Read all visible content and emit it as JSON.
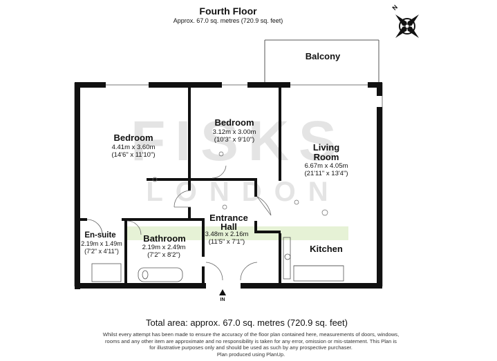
{
  "header": {
    "title": "Fourth Floor",
    "area": "Approx. 67.0 sq. metres (720.9 sq. feet)"
  },
  "watermark": {
    "line1": "FISKS",
    "line2": "LONDON"
  },
  "rooms": {
    "balcony": {
      "name": "Balcony"
    },
    "bedroom1": {
      "name": "Bedroom",
      "dim_m": "4.41m x 3.60m",
      "dim_ft": "(14'6\" x 11'10\")"
    },
    "bedroom2": {
      "name": "Bedroom",
      "dim_m": "3.12m x 3.00m",
      "dim_ft": "(10'3\" x 9'10\")"
    },
    "living": {
      "name_line1": "Living",
      "name_line2": "Room",
      "dim_m": "6.67m x 4.05m",
      "dim_ft": "(21'11\" x 13'4\")"
    },
    "hall": {
      "name_line1": "Entrance",
      "name_line2": "Hall",
      "dim_m": "3.48m x 2.16m",
      "dim_ft": "(11'5\" x 7'1\")"
    },
    "ensuite": {
      "name": "En-suite",
      "dim_m": "2.19m x 1.49m",
      "dim_ft": "(7'2\" x 4'11\")"
    },
    "bathroom": {
      "name": "Bathroom",
      "dim_m": "2.19m x 2.49m",
      "dim_ft": "(7'2\" x 8'2\")"
    },
    "kitchen": {
      "name": "Kitchen"
    }
  },
  "entrance_label": "IN",
  "compass_label": "N",
  "footer": {
    "total": "Total area: approx. 67.0 sq. metres (720.9 sq. feet)",
    "disclaimer": [
      "Whilst every attempt has been made to ensure the accuracy of the floor plan contained here, measurements of doors, windows,",
      "rooms and any other item are approximate and no responsibility is taken for any error, omission or mis-statement. This Plan is",
      "for illustrative purposes only and should be used as such by any prospective purchaser.",
      "Plan produced using PlanUp."
    ]
  },
  "colors": {
    "wall": "#111111",
    "corridor_highlight": "#e6f2d6",
    "watermark": "#e4e4e4"
  }
}
